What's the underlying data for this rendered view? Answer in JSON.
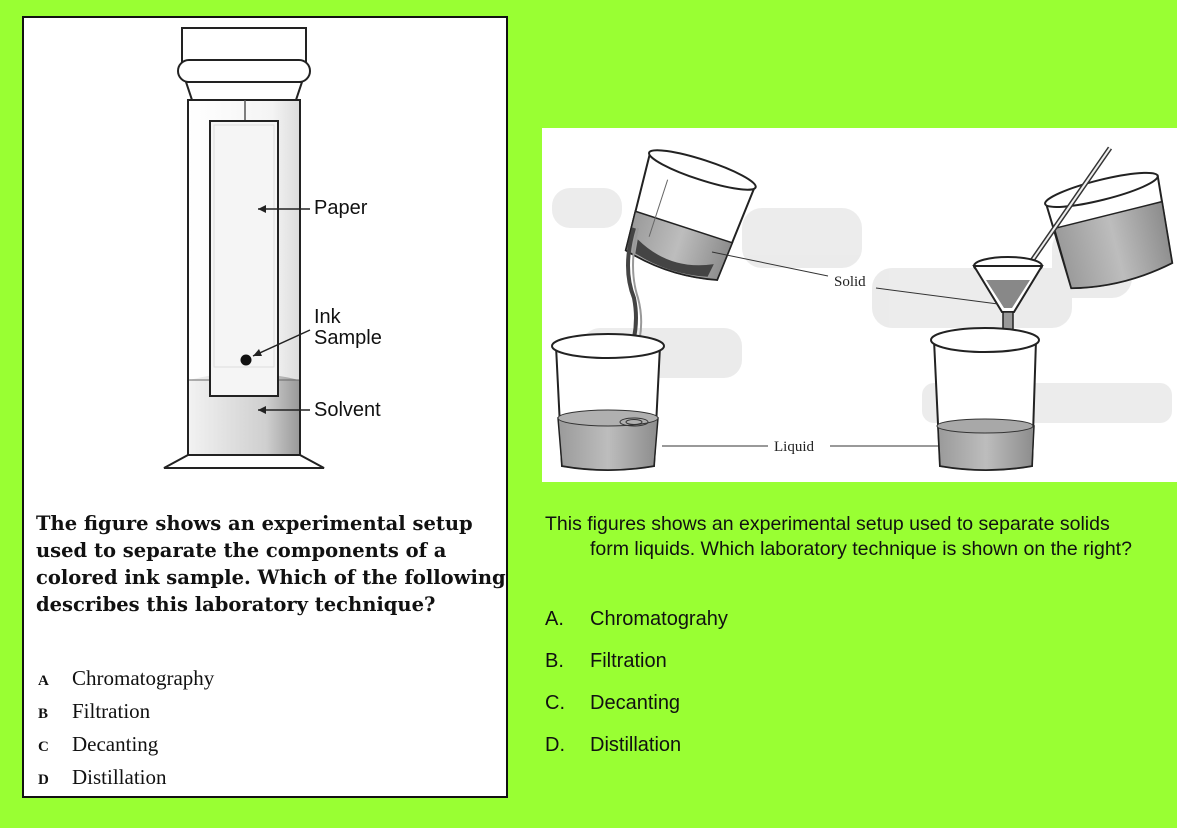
{
  "colors": {
    "background": "#99ff33",
    "panel": "#ffffff",
    "text": "#111111"
  },
  "left": {
    "figure_labels": {
      "paper": "Paper",
      "ink_line1": "Ink",
      "ink_line2": "Sample",
      "solvent": "Solvent"
    },
    "question": "The figure shows an experimental setup used to separate the components of a colored ink sample. Which of the following describes this laboratory technique?",
    "options": [
      {
        "letter": "A",
        "text": "Chromatography"
      },
      {
        "letter": "B",
        "text": "Filtration"
      },
      {
        "letter": "C",
        "text": "Decanting"
      },
      {
        "letter": "D",
        "text": "Distillation"
      }
    ]
  },
  "right": {
    "figure_labels": {
      "solid": "Solid",
      "liquid": "Liquid"
    },
    "question": "This figures shows an experimental setup used to separate solids form liquids. Which laboratory technique is shown on the right?",
    "options": [
      {
        "letter": "A.",
        "text": "Chromatograhy"
      },
      {
        "letter": "B.",
        "text": "Filtration"
      },
      {
        "letter": "C.",
        "text": "Decanting"
      },
      {
        "letter": "D.",
        "text": "Distillation"
      }
    ]
  }
}
